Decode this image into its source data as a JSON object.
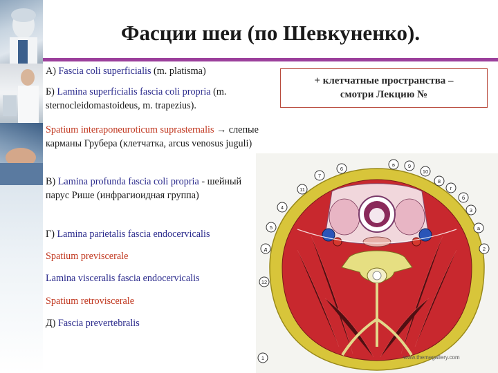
{
  "title": "Фасции шеи (по Шевкуненко).",
  "items": [
    {
      "prefix": "А) ",
      "latin": "Fascia coli superficialis",
      "rest": " (m. platisma)"
    },
    {
      "prefix": "Б) ",
      "latin": "Lamina superficialis fascia coli propria",
      "rest": " (m. sternocleidomastoideus, m. trapezius)."
    },
    {
      "red1": "Spatium interaponeuroticum suprasternalis",
      "rest": " → слепые карманы Грубера (клетчатка, arcus venosus juguli)"
    },
    {
      "prefix": "В) ",
      "latin": "Lamina profunda fascia coli propria",
      "rest": " - шейный парус Рише (инфрагиоидная группа)"
    },
    {
      "prefix": "Г) ",
      "latin": "Lamina parietalis fascia endocervicalis"
    },
    {
      "red1": "Spatium previscerale"
    },
    {
      "latin": "Lamina visceralis fascia endocervicalis"
    },
    {
      "red1": "Spatium retroviscerale"
    },
    {
      "prefix": "Д) ",
      "latin": "Fascia prevertebralis"
    }
  ],
  "note": {
    "line1": "+ клетчатные пространства –",
    "line2": "смотри Лекцию №"
  },
  "figure": {
    "labels": [
      "1",
      "2",
      "3",
      "4",
      "5",
      "6",
      "7",
      "8",
      "9",
      "10",
      "11",
      "12",
      "а",
      "б",
      "в",
      "г",
      "д"
    ],
    "credit": "www.themegallery.com"
  }
}
